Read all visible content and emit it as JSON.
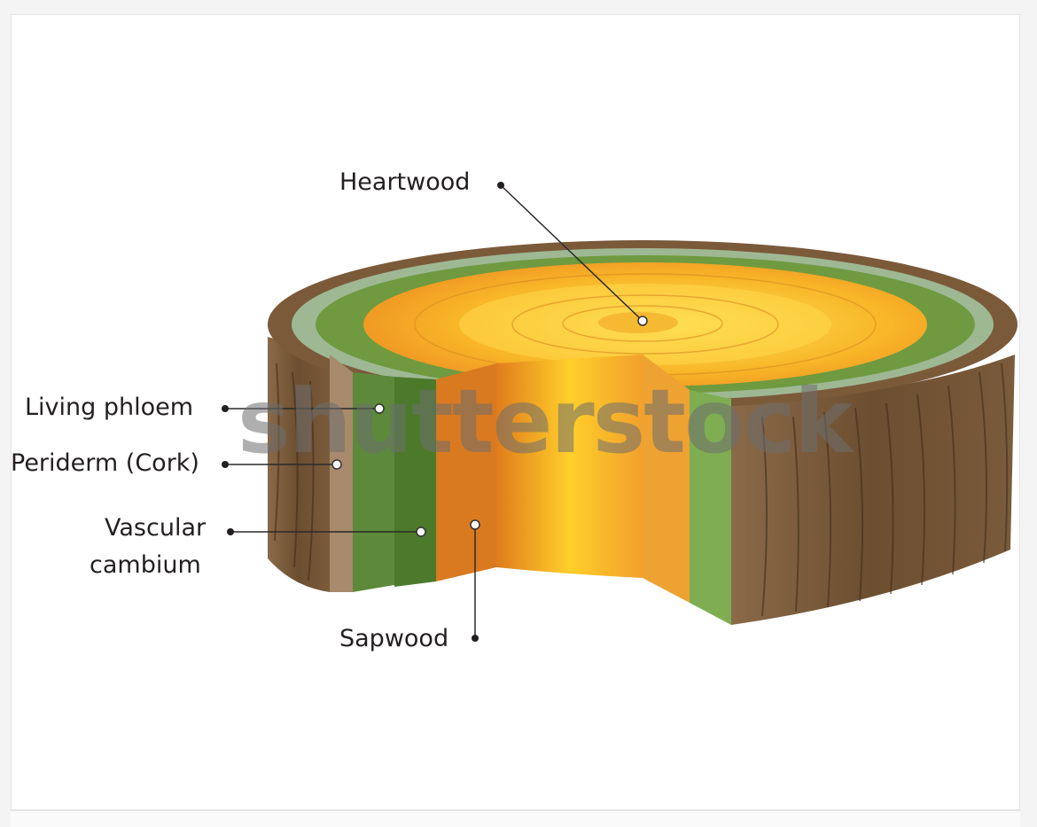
{
  "labels": {
    "heartwood": "Heartwood",
    "living_phloem": "Living phloem",
    "periderm": "Periderm (Cork)",
    "vascular_line1": "Vascular",
    "vascular_line2": "cambium",
    "sapwood": "Sapwood"
  },
  "watermark": "shutterstock",
  "colors": {
    "bark": "#7a5a3a",
    "periderm_green": "#9cb48a",
    "phloem_green": "#6b9a3c",
    "cambium_green": "#4e7a2e",
    "sapwood_orange": "#e8902a",
    "heartwood_yellow": "#ffd23a",
    "background": "#ffffff"
  }
}
